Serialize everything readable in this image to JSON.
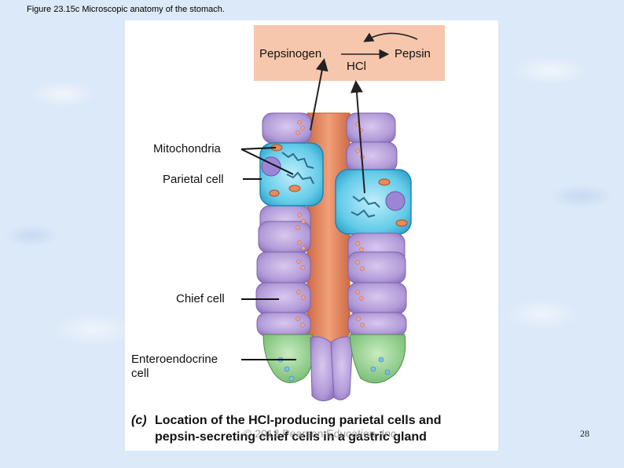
{
  "figure_title": "Figure 23.15c Microscopic anatomy of the stomach.",
  "reaction": {
    "reactant": "Pepsinogen",
    "catalyst": "HCl",
    "product": "Pepsin"
  },
  "labels": {
    "mitochondria": "Mitochondria",
    "parietal_cell": "Parietal cell",
    "chief_cell": "Chief cell",
    "enteroendocrine_cell_line1": "Enteroendocrine",
    "enteroendocrine_cell_line2": "cell"
  },
  "caption": {
    "letter": "(c)",
    "text": "Location of the HCl-producing parietal cells and pepsin-secreting chief cells in a gastric gland"
  },
  "copyright": "© 2013 Pearson Education, Inc.",
  "page_number": "28",
  "colors": {
    "reaction_box": "#f6c7ac",
    "chief_cell": "#a98fd0",
    "parietal_cell": "#5fc8e6",
    "enteroendocrine_cell": "#8fcf8a",
    "lumen": "#e3875d"
  }
}
